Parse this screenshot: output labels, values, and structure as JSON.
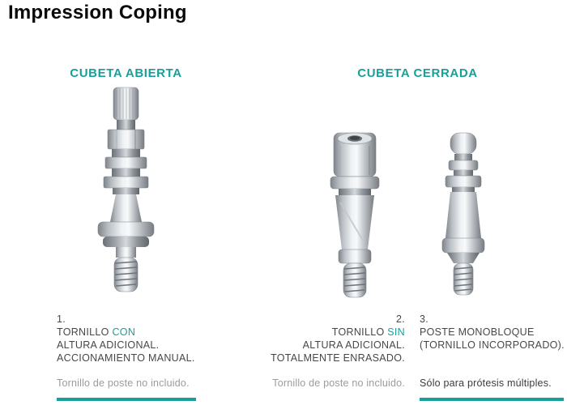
{
  "page": {
    "title": "Impression Coping"
  },
  "colors": {
    "accent": "#17a09a",
    "text": "#474747",
    "muted_note": "#9b9b9b"
  },
  "sections": {
    "open": {
      "title": "CUBETA ABIERTA"
    },
    "closed": {
      "title": "CUBETA CERRADA"
    }
  },
  "items": [
    {
      "number": "1.",
      "line1_pre": "TORNILLO ",
      "line1_accent": "CON",
      "line2": "ALTURA ADICIONAL.",
      "line3": "ACCIONAMIENTO MANUAL.",
      "note": "Tornillo de poste no incluido."
    },
    {
      "number": "2.",
      "line1_pre": "TORNILLO ",
      "line1_accent": "SIN",
      "line2": "ALTURA ADICIONAL.",
      "line3": "TOTALMENTE ENRASADO.",
      "note": "Tornillo de poste no incluido."
    },
    {
      "number": "3.",
      "line1": "POSTE MONOBLOQUE",
      "line2": "(TORNILLO INCORPORADO).",
      "note": "Sólo para prótesis múltiples."
    }
  ]
}
